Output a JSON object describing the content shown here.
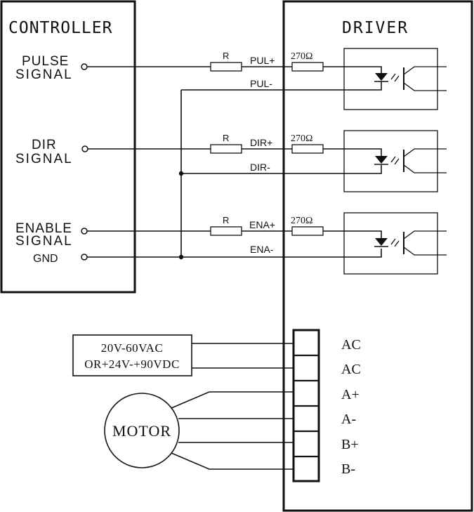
{
  "controller": {
    "title": "CONTROLLER",
    "pulse": [
      "PULSE",
      "SIGNAL"
    ],
    "dir": [
      "DIR",
      "SIGNAL"
    ],
    "enable": [
      "ENABLE",
      "SIGNAL"
    ],
    "gnd": "GND"
  },
  "driver": {
    "title": "DRIVER",
    "resistor_label": "R",
    "internal_resistor": "270Ω",
    "pul_plus": "PUL+",
    "pul_minus": "PUL-",
    "dir_plus": "DIR+",
    "dir_minus": "DIR-",
    "ena_plus": "ENA+",
    "ena_minus": "ENA-",
    "terminals": [
      "AC",
      "AC",
      "A+",
      "A-",
      "B+",
      "B-"
    ]
  },
  "power_supply": {
    "line1": "20V-60VAC",
    "line2": "OR+24V-+90VDC"
  },
  "motor": {
    "label": "MOTOR"
  }
}
